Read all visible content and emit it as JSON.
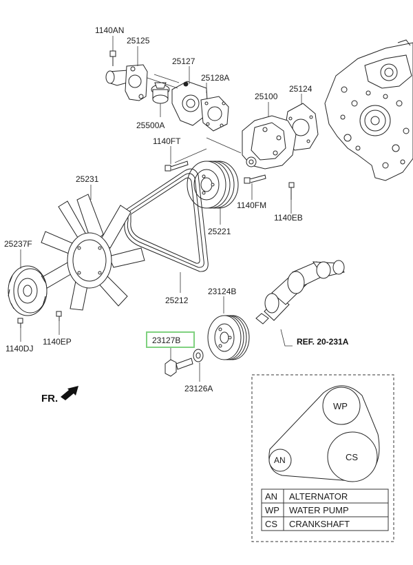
{
  "diagram": {
    "part_labels": {
      "p1140an": "1140AN",
      "p25125": "25125",
      "p25127": "25127",
      "p25128a": "25128A",
      "p25100": "25100",
      "p25124": "25124",
      "p25500a": "25500A",
      "p1140ft": "1140FT",
      "p25231": "25231",
      "p25237f": "25237F",
      "p25221": "25221",
      "p1140fm": "1140FM",
      "p1140eb": "1140EB",
      "p25212": "25212",
      "p23124b": "23124B",
      "p23127b": "23127B",
      "p1140dj": "1140DJ",
      "p1140ep": "1140EP",
      "p23126a": "23126A"
    },
    "reference": "REF. 20-231A",
    "front_marker": "FR.",
    "highlighted_part": "23127B",
    "highlight_color": "#7fd17f",
    "belt_routing": {
      "wp": "WP",
      "cs": "CS",
      "an": "AN"
    },
    "legend": [
      {
        "code": "AN",
        "name": "ALTERNATOR"
      },
      {
        "code": "WP",
        "name": "WATER PUMP"
      },
      {
        "code": "CS",
        "name": "CRANKSHAFT"
      }
    ]
  }
}
